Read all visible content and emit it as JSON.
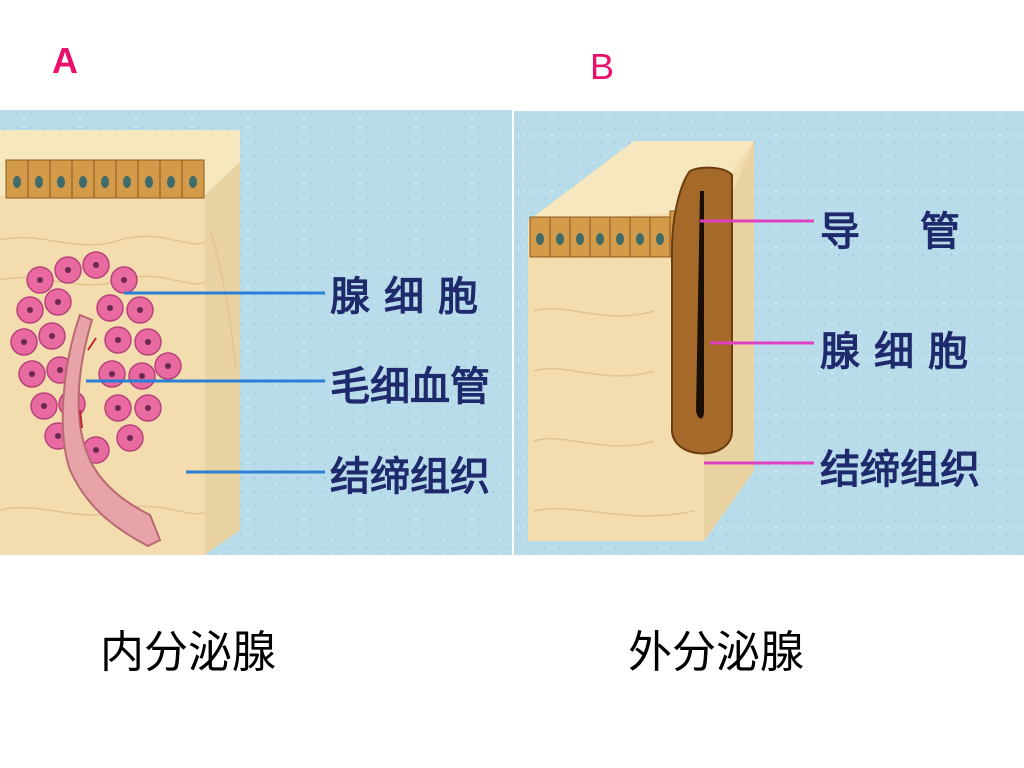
{
  "letters": {
    "a": "A",
    "b": "B"
  },
  "panel_a": {
    "labels": {
      "gland_cell": "腺细胞",
      "capillary": "毛细血管",
      "connective": "结缔组织"
    },
    "caption": "内分泌腺"
  },
  "panel_b": {
    "labels": {
      "duct": "导管",
      "gland_cell": "腺细胞",
      "connective": "结缔组织"
    },
    "caption": "外分泌腺"
  },
  "colors": {
    "letter_a": "#e8106a",
    "letter_b": "#e8106a",
    "panel_bg": "#b9dceb",
    "tissue": "#f3dcae",
    "epithelium": "#d39a4a",
    "cell_pink": "#e86aa0",
    "leader_blue": "#2b7fd6",
    "leader_magenta": "#e040c0"
  }
}
